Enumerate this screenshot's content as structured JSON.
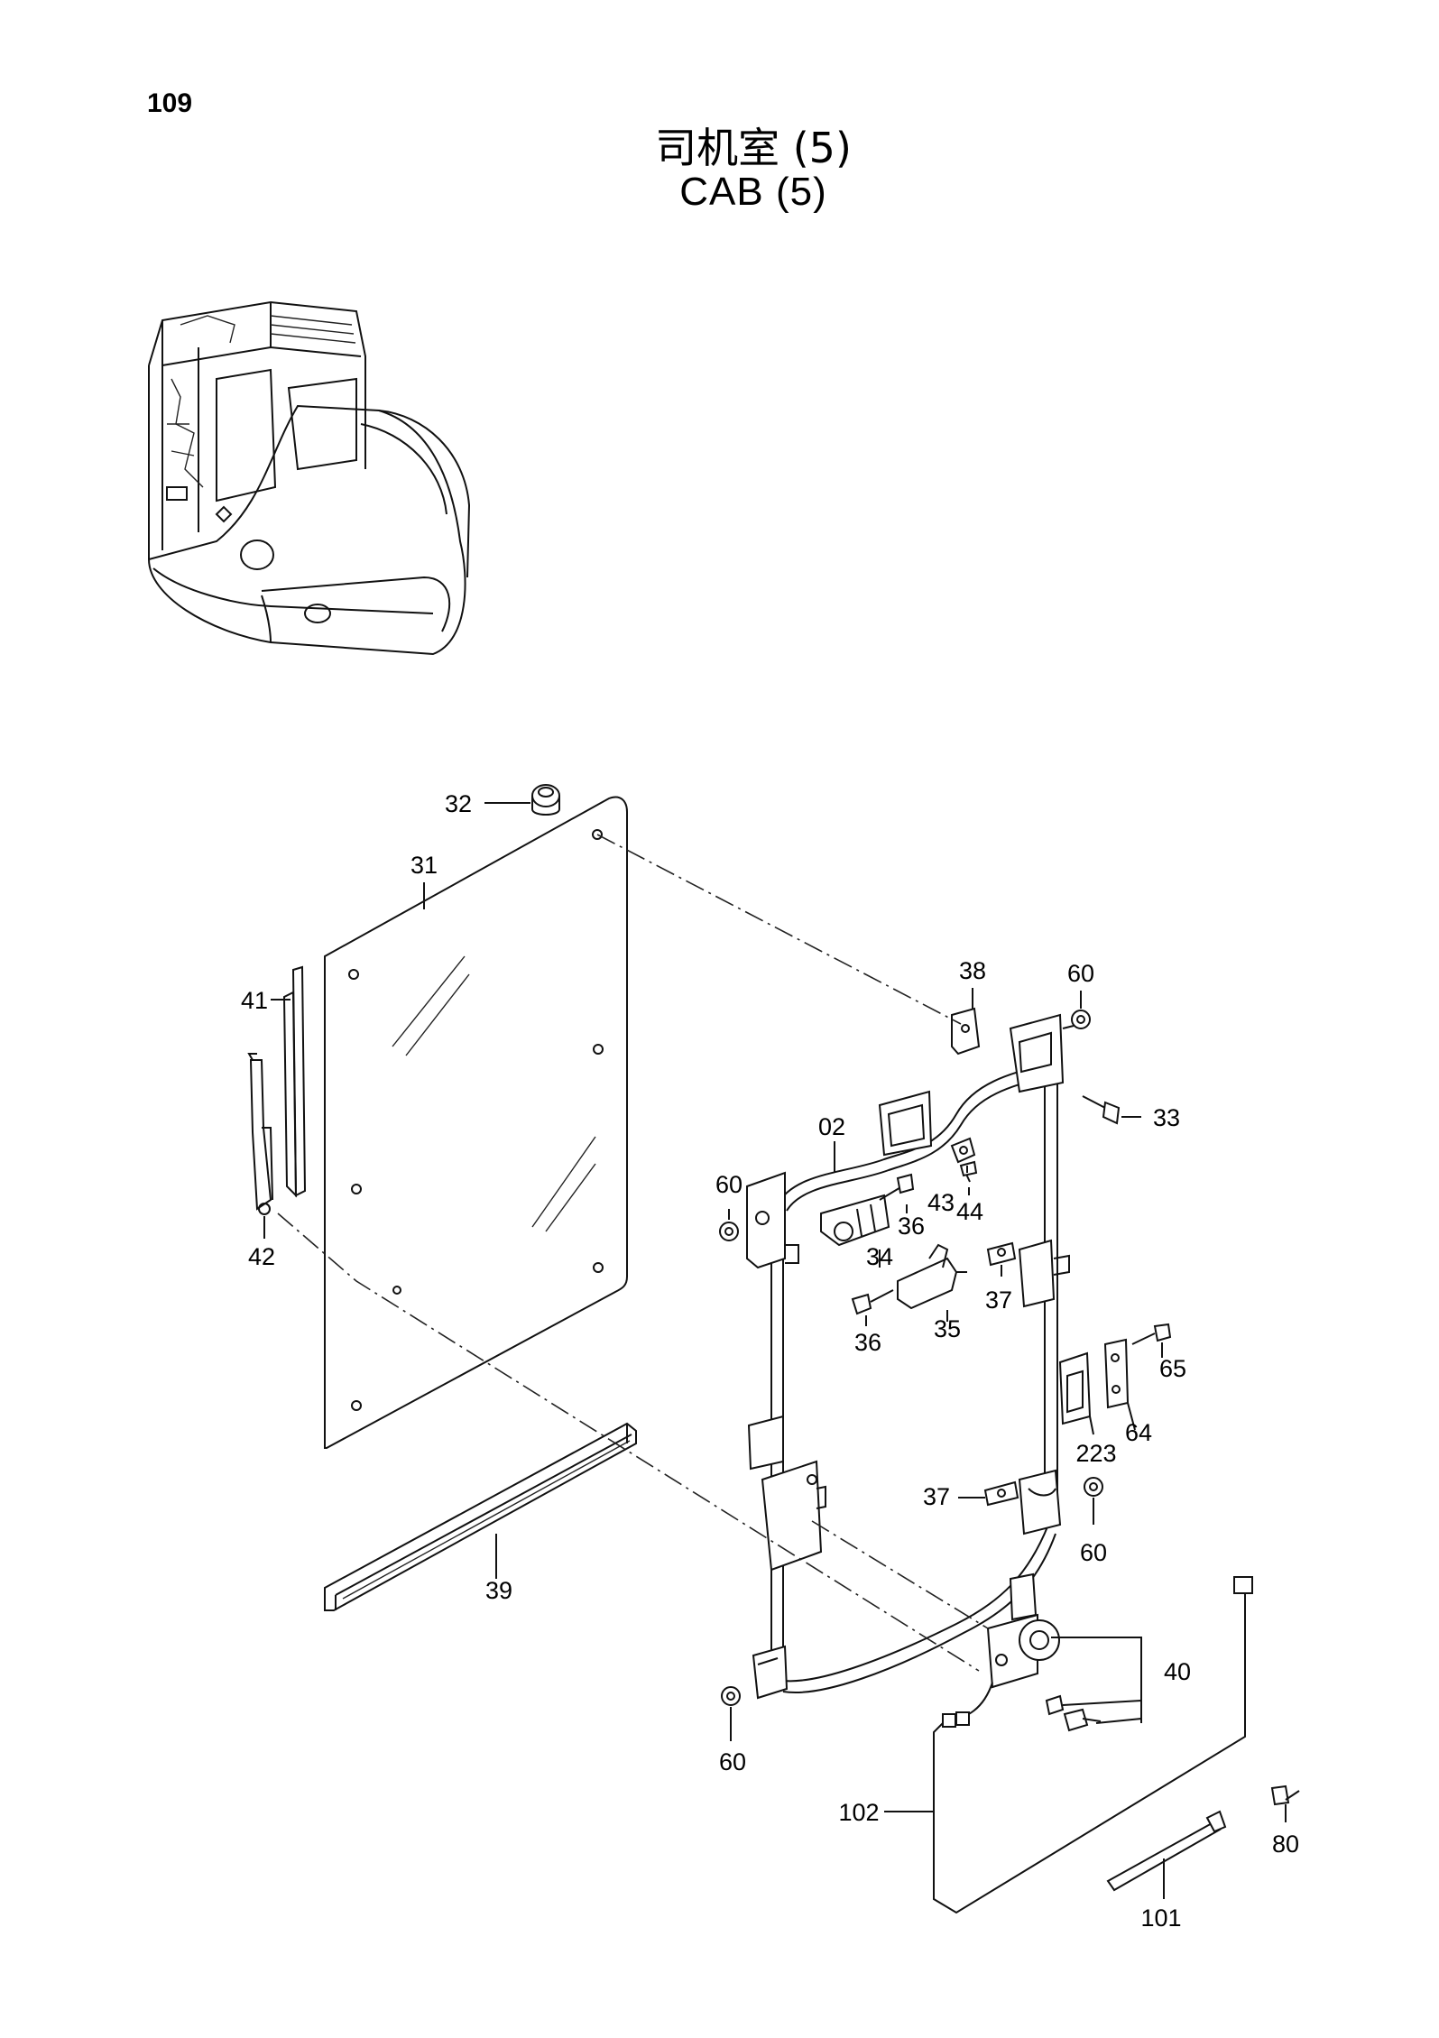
{
  "page": {
    "number": "109"
  },
  "title": {
    "chinese": "司机室 (5)",
    "english": "CAB  (5)"
  },
  "callouts": [
    {
      "id": "c32",
      "text": "32"
    },
    {
      "id": "c31",
      "text": "31"
    },
    {
      "id": "c41",
      "text": "41"
    },
    {
      "id": "c42",
      "text": "42"
    },
    {
      "id": "c38",
      "text": "38"
    },
    {
      "id": "c60a",
      "text": "60"
    },
    {
      "id": "c33",
      "text": "33"
    },
    {
      "id": "c02",
      "text": "02"
    },
    {
      "id": "c60b",
      "text": "60"
    },
    {
      "id": "c43",
      "text": "43"
    },
    {
      "id": "c44",
      "text": "44"
    },
    {
      "id": "c36a",
      "text": "36"
    },
    {
      "id": "c34",
      "text": "34"
    },
    {
      "id": "c37a",
      "text": "37"
    },
    {
      "id": "c35",
      "text": "35"
    },
    {
      "id": "c36b",
      "text": "36"
    },
    {
      "id": "c65",
      "text": "65"
    },
    {
      "id": "c64",
      "text": "64"
    },
    {
      "id": "c223",
      "text": "223"
    },
    {
      "id": "c37b",
      "text": "37"
    },
    {
      "id": "c60c",
      "text": "60"
    },
    {
      "id": "c39",
      "text": "39"
    },
    {
      "id": "c40",
      "text": "40"
    },
    {
      "id": "c60d",
      "text": "60"
    },
    {
      "id": "c102",
      "text": "102"
    },
    {
      "id": "c80",
      "text": "80"
    },
    {
      "id": "c101",
      "text": "101"
    }
  ]
}
